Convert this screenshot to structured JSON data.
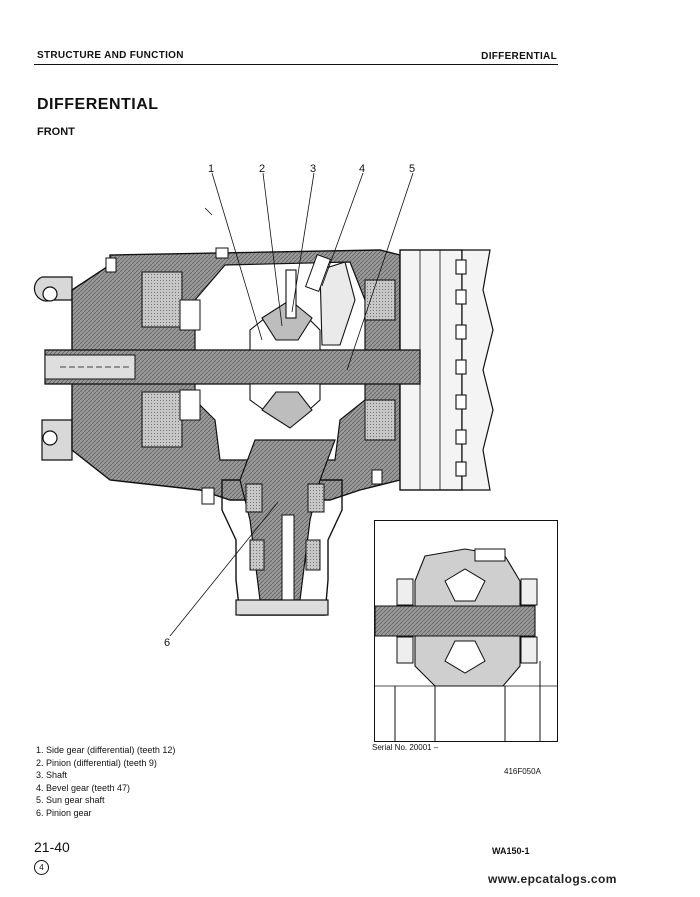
{
  "header": {
    "section": "STRUCTURE AND FUNCTION",
    "topic": "DIFFERENTIAL"
  },
  "title": "DIFFERENTIAL",
  "subtitle": "FRONT",
  "callouts": [
    "1",
    "2",
    "3",
    "4",
    "5",
    "6"
  ],
  "legend": [
    "1. Side gear (differential) (teeth 12)",
    "2. Pinion (differential) (teeth 9)",
    "3. Shaft",
    "4. Bevel gear (teeth 47)",
    "5. Sun gear shaft",
    "6. Pinion gear"
  ],
  "inset": {
    "serial": "Serial No. 20001 –"
  },
  "figure_code": "416F050A",
  "footer": {
    "page": "21-40",
    "revision": "4",
    "model": "WA150-1",
    "watermark": "www.epcatalogs.com"
  }
}
